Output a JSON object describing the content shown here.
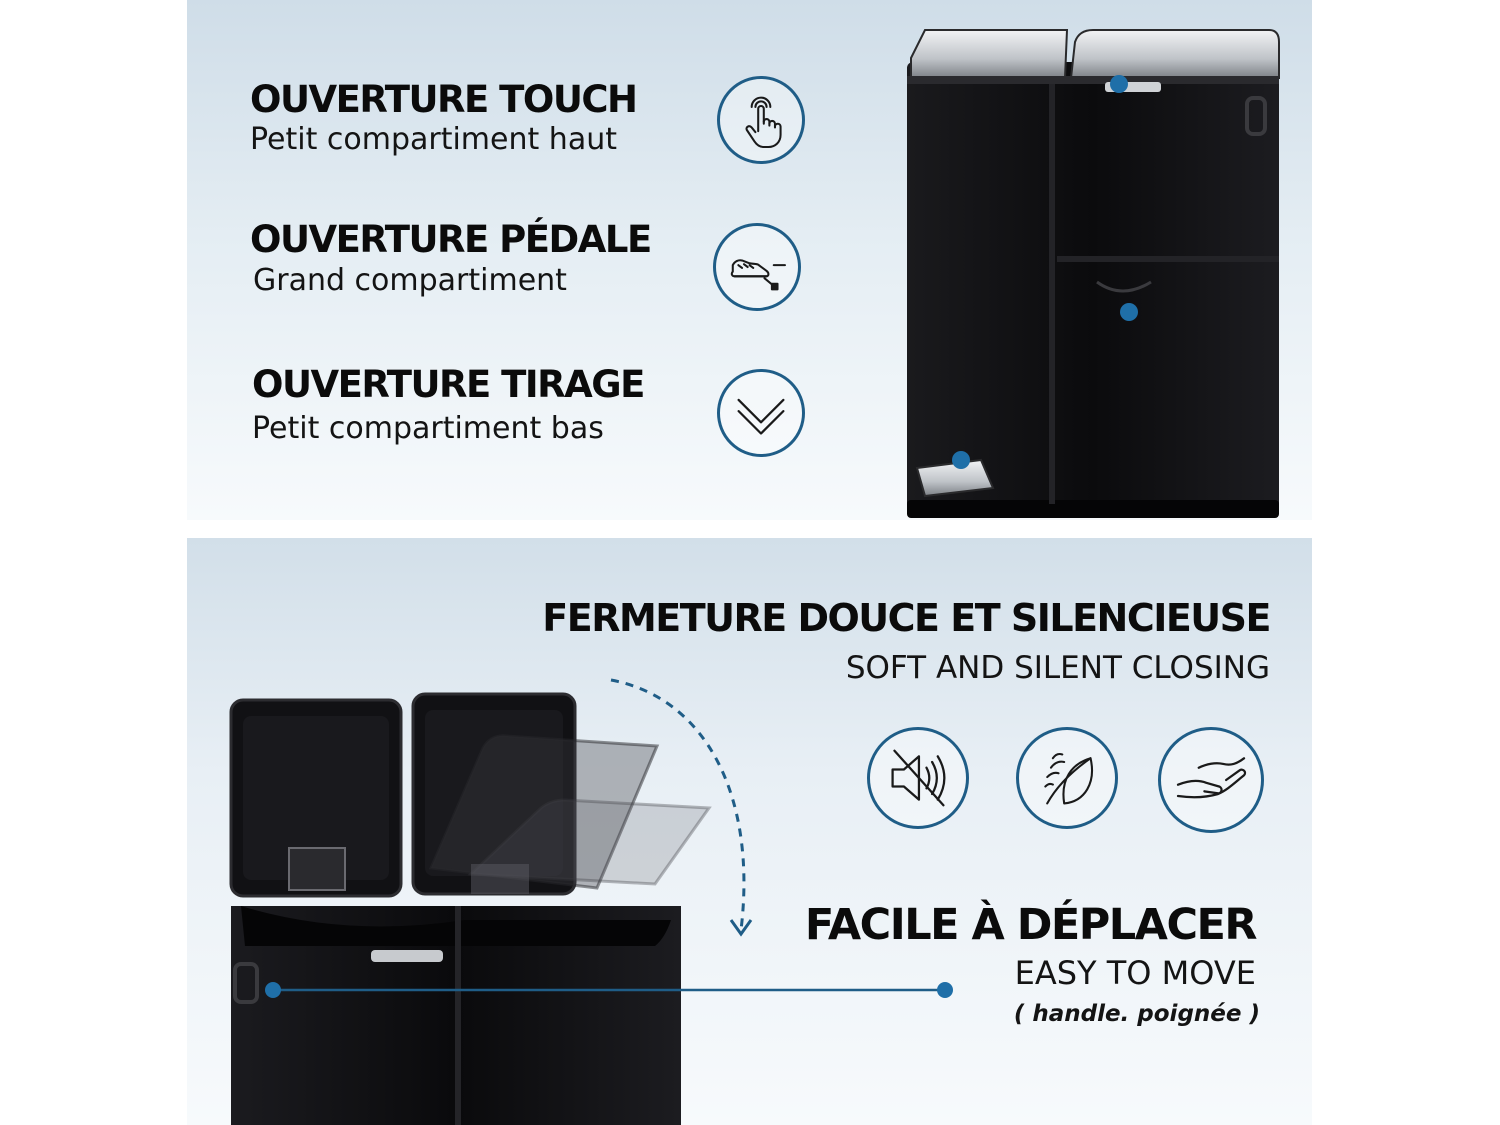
{
  "features_top": [
    {
      "title": "OUVERTURE TOUCH",
      "subtitle": "Petit compartiment haut",
      "icon": "touch-hand-icon"
    },
    {
      "title": "OUVERTURE PÉDALE",
      "subtitle": "Grand compartiment",
      "icon": "shoe-pedal-icon"
    },
    {
      "title": "OUVERTURE TIRAGE",
      "subtitle": "Petit compartiment bas",
      "icon": "double-chevron-down-icon"
    }
  ],
  "closing": {
    "title": "FERMETURE DOUCE ET SILENCIEUSE",
    "subtitle": "SOFT AND SILENT CLOSING",
    "icons": [
      "mute-speaker-icon",
      "feather-icon",
      "hand-icon"
    ]
  },
  "moving": {
    "title": "FACILE À DÉPLACER",
    "subtitle": "EASY TO MOVE",
    "note": "( handle. poignée )"
  },
  "colors": {
    "accent": "#1f5d87",
    "dot": "#1f6fa8",
    "bin": "#0e0e10",
    "lid_steel": "#c9ccd0"
  }
}
